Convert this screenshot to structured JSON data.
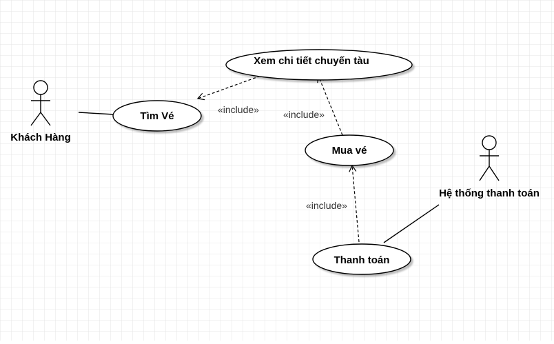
{
  "diagram": {
    "type": "use-case",
    "actors": [
      {
        "id": "customer",
        "label": "Khách Hàng"
      },
      {
        "id": "payment_system",
        "label": "Hệ thống thanh toán"
      }
    ],
    "use_cases": [
      {
        "id": "view_detail",
        "label": "Xem chi tiết chuyến tàu"
      },
      {
        "id": "search",
        "label": "Tìm Vé"
      },
      {
        "id": "buy",
        "label": "Mua vé"
      },
      {
        "id": "pay",
        "label": "Thanh toán"
      }
    ],
    "relations": [
      {
        "type": "association",
        "from": "customer",
        "to": "search"
      },
      {
        "type": "association",
        "from": "payment_system",
        "to": "pay"
      },
      {
        "type": "include",
        "from": "view_detail",
        "to": "search",
        "label": "«include»"
      },
      {
        "type": "include",
        "from": "buy",
        "to": "view_detail",
        "label": "«include»"
      },
      {
        "type": "include",
        "from": "pay",
        "to": "buy",
        "label": "«include»"
      }
    ]
  },
  "style": {
    "grid_color": "#d9d9d9",
    "stroke_color": "#000000"
  }
}
